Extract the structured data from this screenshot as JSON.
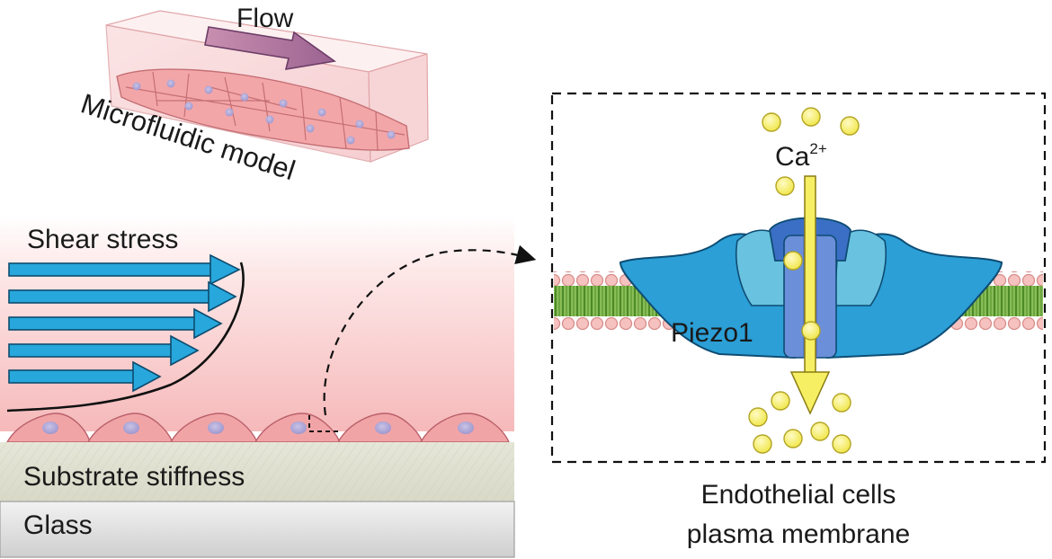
{
  "figure": {
    "microfluidic": {
      "flow_label": "Flow",
      "model_label": "Microfluidic model"
    },
    "shear": {
      "title": "Shear stress",
      "substrate_label": "Substrate stiffness",
      "glass_label": "Glass"
    },
    "inset": {
      "ion_label": "Ca",
      "ion_charge": "2+",
      "channel_label": "Piezo1",
      "caption_line1": "Endothelial cells",
      "caption_line2": "plasma membrane"
    },
    "colors": {
      "arrow_blue": "#27a7dc",
      "cell_pink": "#ef9a9a",
      "piezo_blue": "#2b9fd6",
      "piezo_light": "#69c2e0",
      "ion_yellow": "#f6ef63",
      "lipid_green": "#6aa43a",
      "lipid_head_pink": "#f3b7b7"
    }
  }
}
